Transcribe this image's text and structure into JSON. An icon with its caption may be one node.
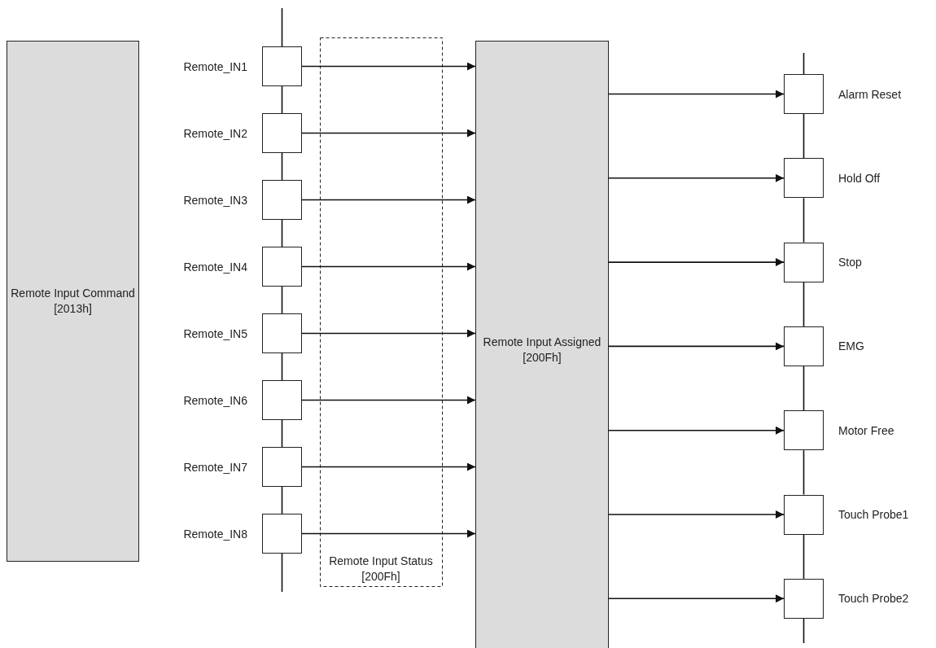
{
  "diagram": {
    "nodes": [
      {
        "text": [
          "Remote Input Command [2013h]"
        ]
      },
      {
        "text": [],
        "shape": "box",
        "beside": [
          "Remote_IN1"
        ]
      },
      {
        "text": [],
        "shape": "box",
        "beside": [
          "Remote_IN2"
        ]
      },
      {
        "text": [],
        "shape": "box",
        "beside": [
          "Remote_IN3"
        ]
      },
      {
        "text": [],
        "shape": "box",
        "beside": [
          "Remote_IN4"
        ]
      },
      {
        "text": [],
        "shape": "box",
        "beside": [
          "Remote_IN5"
        ]
      },
      {
        "text": [],
        "shape": "box",
        "beside": [
          "Remote_IN6"
        ]
      },
      {
        "text": [],
        "shape": "box",
        "beside": [
          "Remote_IN7"
        ]
      },
      {
        "text": [],
        "shape": "box",
        "beside": [
          "Remote_IN8"
        ]
      },
      {
        "text": [
          "Remote Input Assigned [200Fh]"
        ]
      },
      {
        "text": [],
        "shape": "box",
        "beside": [
          "Alarm Reset"
        ]
      },
      {
        "text": [],
        "shape": "box",
        "beside": [
          "Hold Off"
        ]
      },
      {
        "text": [],
        "shape": "box",
        "beside": [
          "Stop"
        ]
      },
      {
        "text": [],
        "shape": "box",
        "beside": [
          "EMG"
        ]
      },
      {
        "text": [],
        "shape": "box",
        "beside": [
          "Motor Free"
        ]
      },
      {
        "text": [],
        "shape": "box",
        "beside": [
          "Touch Probe1"
        ]
      },
      {
        "text": [],
        "shape": "box",
        "beside": [
          "Touch Probe2"
        ]
      }
    ],
    "edges": [
      {
        "from": 1,
        "to": 9,
        "arrow": "to"
      },
      {
        "from": 2,
        "to": 9,
        "arrow": "to"
      },
      {
        "from": 3,
        "to": 9,
        "arrow": "to"
      },
      {
        "from": 4,
        "to": 9,
        "arrow": "to"
      },
      {
        "from": 5,
        "to": 9,
        "arrow": "to"
      },
      {
        "from": 6,
        "to": 9,
        "arrow": "to"
      },
      {
        "from": 7,
        "to": 9,
        "arrow": "to"
      },
      {
        "from": 8,
        "to": 9,
        "arrow": "to"
      },
      {
        "from": 9,
        "to": 10,
        "arrow": "to"
      },
      {
        "from": 9,
        "to": 11,
        "arrow": "to"
      },
      {
        "from": 9,
        "to": 12,
        "arrow": "to"
      },
      {
        "from": 9,
        "to": 13,
        "arrow": "to"
      },
      {
        "from": 9,
        "to": 14,
        "arrow": "to"
      },
      {
        "from": 9,
        "to": 15,
        "arrow": "to"
      },
      {
        "from": 9,
        "to": 16,
        "arrow": "to"
      },
      {
        "from": null,
        "to": 1,
        "arrow": "none"
      },
      {
        "from": 1,
        "to": 2,
        "arrow": "none"
      },
      {
        "from": 2,
        "to": 3,
        "arrow": "none"
      },
      {
        "from": 3,
        "to": 4,
        "arrow": "none"
      },
      {
        "from": 4,
        "to": 5,
        "arrow": "none"
      },
      {
        "from": 5,
        "to": 6,
        "arrow": "none"
      },
      {
        "from": 6,
        "to": 7,
        "arrow": "none"
      },
      {
        "from": 7,
        "to": 8,
        "arrow": "none"
      },
      {
        "from": 8,
        "to": null,
        "arrow": "none"
      },
      {
        "from": null,
        "to": 10,
        "arrow": "none"
      },
      {
        "from": 10,
        "to": 11,
        "arrow": "none"
      },
      {
        "from": 11,
        "to": 12,
        "arrow": "none"
      },
      {
        "from": 12,
        "to": 13,
        "arrow": "none"
      },
      {
        "from": 13,
        "to": 14,
        "arrow": "none"
      },
      {
        "from": 14,
        "to": 15,
        "arrow": "none"
      },
      {
        "from": 15,
        "to": 16,
        "arrow": "none"
      },
      {
        "from": 16,
        "to": null,
        "arrow": "none"
      }
    ],
    "labels": [
      "Remote Input Status [200Fh]"
    ]
  }
}
